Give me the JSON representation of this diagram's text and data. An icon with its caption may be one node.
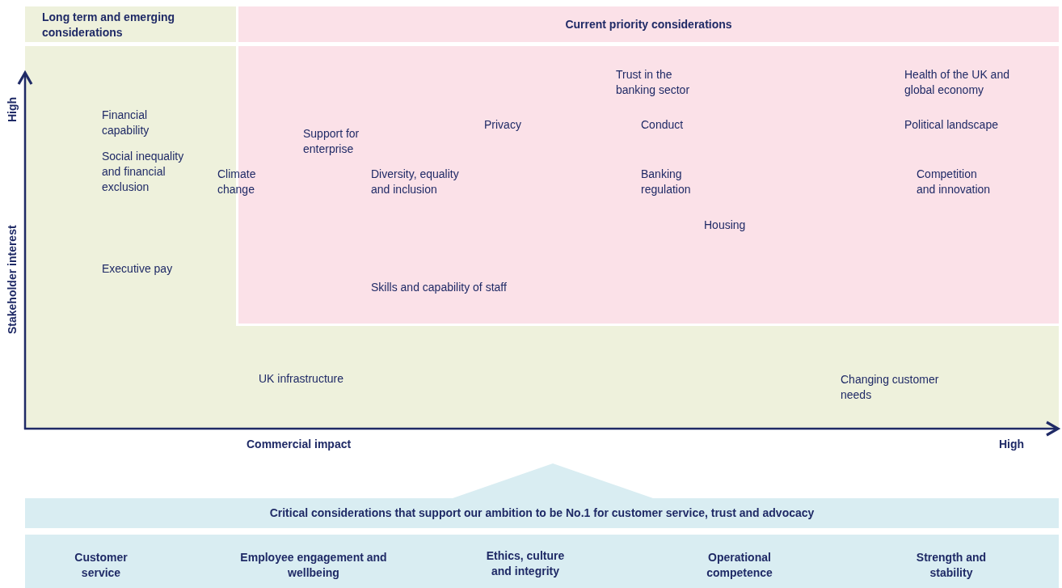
{
  "diagram": {
    "nodes": [
      {
        "text": [
          "Long term and emerging considerations"
        ]
      },
      {
        "text": [
          "Current priority considerations"
        ]
      },
      {
        "text": [
          "Critical considerations that support our ambition to be No.1 for customer service, trust and advocacy"
        ]
      },
      {
        "text": [
          "Customer service",
          "Employee engagement and wellbeing",
          "Ethics, culture and integrity",
          "Operational competence",
          "Strength and stability"
        ]
      }
    ],
    "labels": [
      "High",
      "Stakeholder interest",
      "Financial capability",
      "Social inequality and financial exclusion",
      "Climate change",
      "Executive pay",
      "Support for enterprise",
      "Privacy",
      "Diversity, equality and inclusion",
      "Skills and capability of staff",
      "Trust in the banking sector",
      "Conduct",
      "Banking regulation",
      "Housing",
      "Health of the UK and global economy",
      "Political landscape",
      "Competition and innovation",
      "UK infrastructure",
      "Changing customer needs",
      "Commercial impact",
      "High"
    ]
  }
}
